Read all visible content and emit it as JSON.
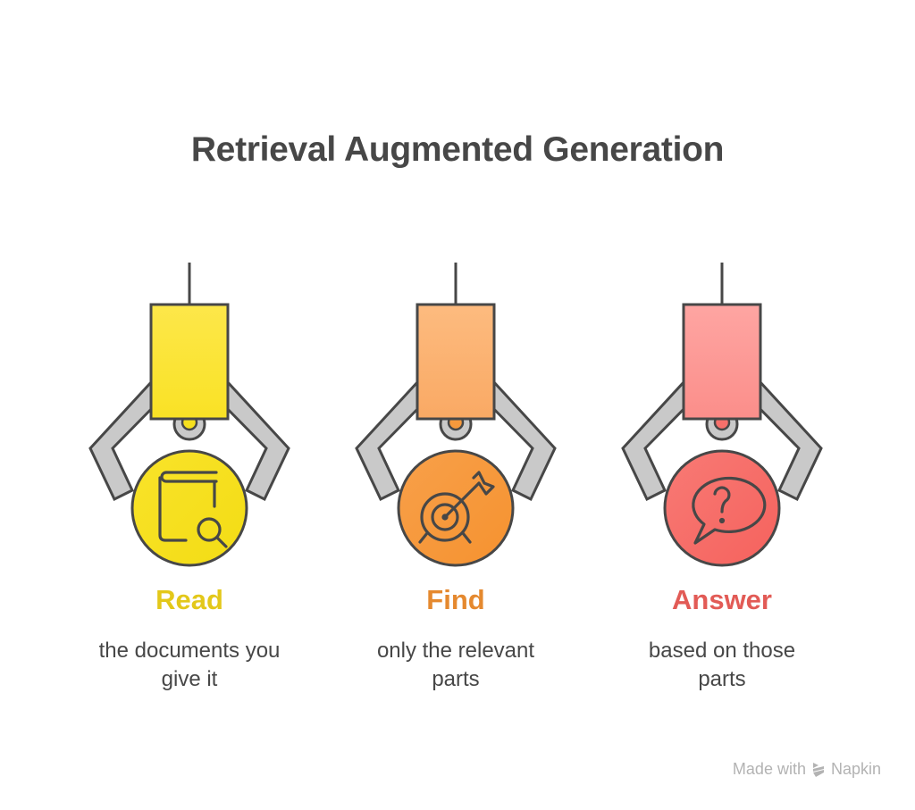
{
  "title": "Retrieval Augmented Generation",
  "steps": [
    {
      "label": "Read",
      "description_line1": "the documents you",
      "description_line2": "give it",
      "icon": "book-search-icon",
      "label_color": "#e3c81a",
      "body_color_top": "#fde74a",
      "body_color_bottom": "#f9e225",
      "circle_color": "#f6e01e"
    },
    {
      "label": "Find",
      "description_line1": "only the relevant",
      "description_line2": "parts",
      "icon": "target-arrow-icon",
      "label_color": "#e5892f",
      "body_color_top": "#fdbb7f",
      "body_color_bottom": "#f9a964",
      "circle_color": "#f6993c"
    },
    {
      "label": "Answer",
      "description_line1": "based on those",
      "description_line2": "parts",
      "icon": "question-speech-bubble-icon",
      "label_color": "#e25b56",
      "body_color_top": "#fea5a2",
      "body_color_bottom": "#fb8e8a",
      "circle_color": "#f7706b"
    }
  ],
  "colors": {
    "outline": "#474747",
    "arm_fill": "#c9c9c9",
    "text": "#474747"
  },
  "footer": {
    "made_with": "Made with",
    "brand": "Napkin",
    "logo_icon": "napkin-logo-icon"
  }
}
